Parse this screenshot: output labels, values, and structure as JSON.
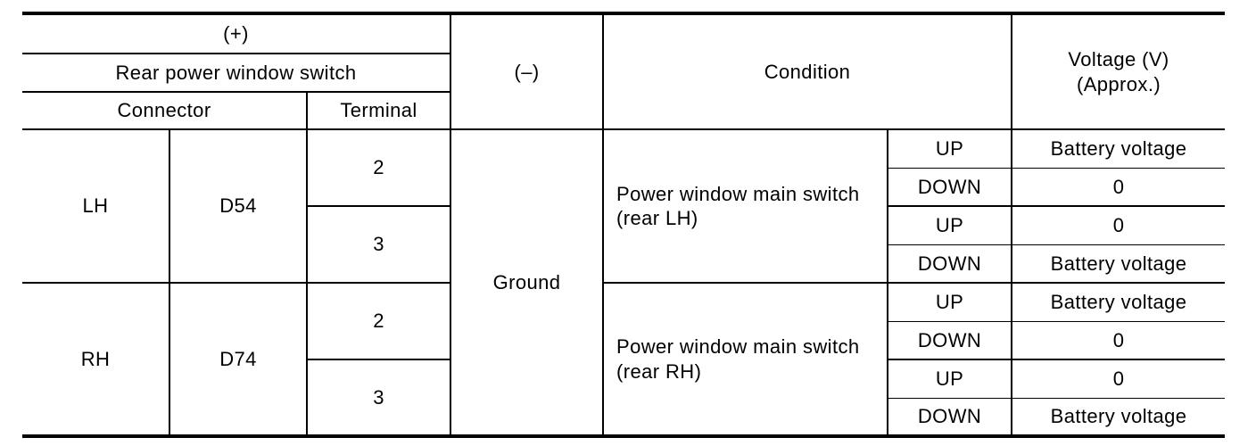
{
  "header": {
    "plus": "(+)",
    "source_group": "Rear power window switch",
    "connector": "Connector",
    "terminal": "Terminal",
    "minus": "(–)",
    "condition": "Condition",
    "voltage_line1": "Voltage (V)",
    "voltage_line2": "(Approx.)"
  },
  "ground_label": "Ground",
  "sections": [
    {
      "side": "LH",
      "connector": "D54",
      "condition_line1": "Power window main switch",
      "condition_line2": "(rear LH)",
      "terminals": [
        {
          "terminal": "2",
          "rows": [
            {
              "direction": "UP",
              "voltage": "Battery voltage"
            },
            {
              "direction": "DOWN",
              "voltage": "0"
            }
          ]
        },
        {
          "terminal": "3",
          "rows": [
            {
              "direction": "UP",
              "voltage": "0"
            },
            {
              "direction": "DOWN",
              "voltage": "Battery voltage"
            }
          ]
        }
      ]
    },
    {
      "side": "RH",
      "connector": "D74",
      "condition_line1": "Power window main switch",
      "condition_line2": "(rear RH)",
      "terminals": [
        {
          "terminal": "2",
          "rows": [
            {
              "direction": "UP",
              "voltage": "Battery voltage"
            },
            {
              "direction": "DOWN",
              "voltage": "0"
            }
          ]
        },
        {
          "terminal": "3",
          "rows": [
            {
              "direction": "UP",
              "voltage": "0"
            },
            {
              "direction": "DOWN",
              "voltage": "Battery voltage"
            }
          ]
        }
      ]
    }
  ]
}
